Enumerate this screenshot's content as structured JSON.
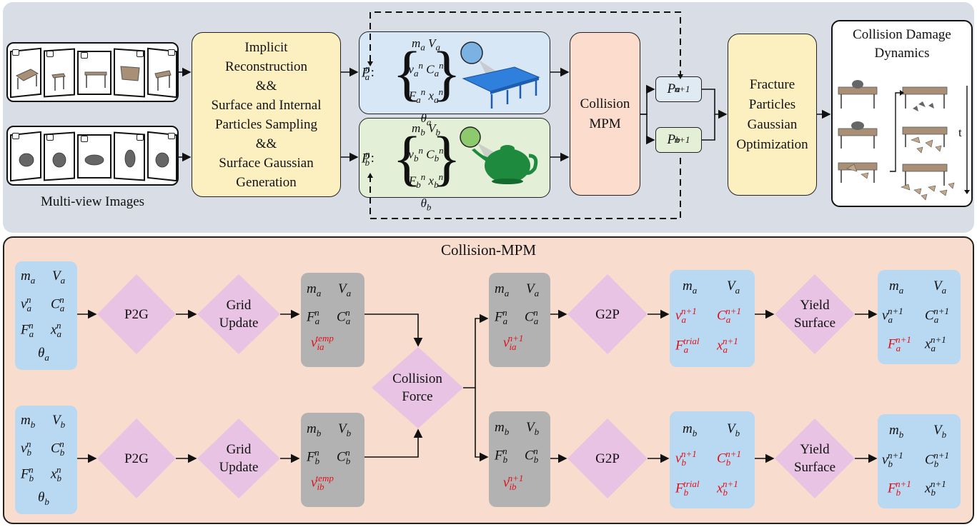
{
  "top": {
    "multiview_label": "Multi-view Images",
    "recon_lines": [
      "Implicit",
      "Reconstruction",
      "&&",
      "Surface and Internal",
      "Particles Sampling",
      "&&",
      "Surface Gaussian",
      "Generation"
    ],
    "collision_mpm_lines": [
      "Collision",
      "MPM"
    ],
    "fracture_lines": [
      "Fracture",
      "Particles",
      "Gaussian",
      "Optimization"
    ],
    "damage_title_lines": [
      "Collision Damage",
      "Dynamics"
    ],
    "time_label": "t",
    "colors": {
      "panel_top": "#d8dde6",
      "recon": "#fdf0c0",
      "state_a": "#d8e7f5",
      "state_b": "#e3efd6",
      "mpm": "#fbdccd",
      "sphere_a": "#7ab2e3",
      "sphere_b": "#8dca6e",
      "table_blue": "#2f7fdc",
      "teapot_green": "#1e8a3e"
    }
  },
  "bottom": {
    "title": "Collision-MPM",
    "p2g": "P2G",
    "grid_update_lines": [
      "Grid",
      "Update"
    ],
    "collision_force_lines": [
      "Collision",
      "Force"
    ],
    "g2p": "G2P",
    "yield_lines": [
      "Yield",
      "Surface"
    ],
    "colors": {
      "panel_bottom": "#f8dccd",
      "blue_box": "#b9d8f1",
      "grey_box": "#b2b2b2",
      "diamond": "#e8c3e3",
      "highlight": "#e0101a"
    }
  }
}
